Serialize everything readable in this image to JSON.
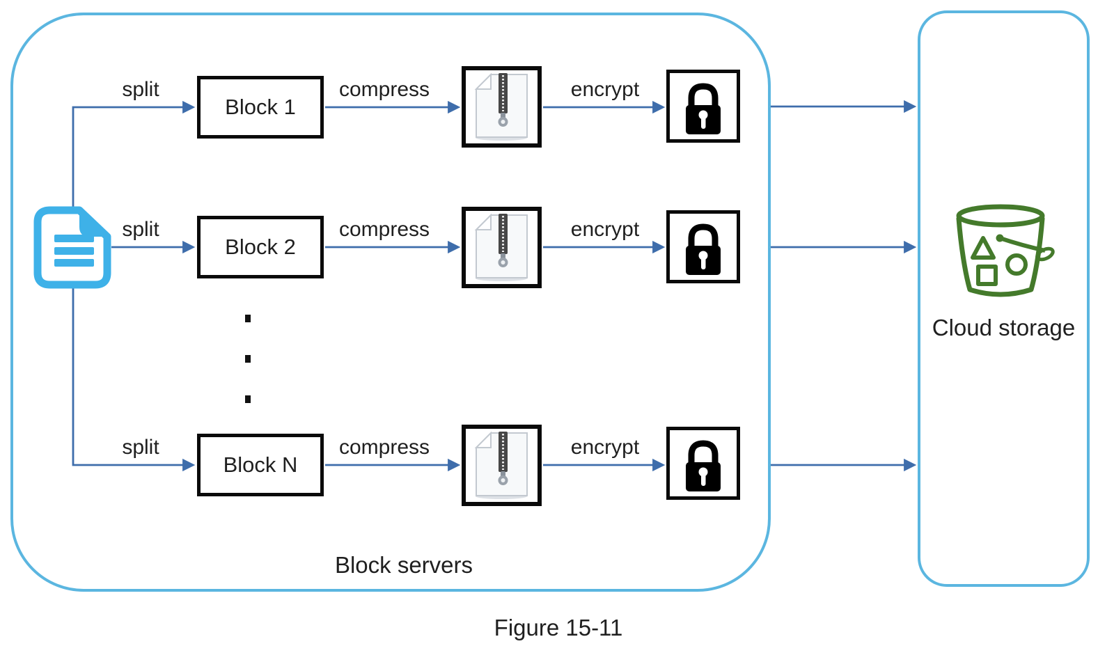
{
  "figure_caption": "Figure 15-11",
  "block_servers": {
    "label": "Block servers",
    "rows": [
      {
        "split": "split",
        "block": "Block 1",
        "compress": "compress",
        "encrypt": "encrypt"
      },
      {
        "split": "split",
        "block": "Block 2",
        "compress": "compress",
        "encrypt": "encrypt"
      },
      {
        "split": "split",
        "block": "Block N",
        "compress": "compress",
        "encrypt": "encrypt"
      }
    ]
  },
  "cloud_storage": {
    "label": "Cloud storage"
  },
  "icons": {
    "source_file": "document-icon",
    "compressed_output": "zip-file-icon",
    "encrypted_output": "lock-icon",
    "cloud_bucket": "bucket-icon",
    "continuation": "vertical-ellipsis"
  },
  "colors": {
    "container_border": "#5bb6e0",
    "arrow": "#3e6dab",
    "document_blue": "#3eb1e8",
    "bucket_green": "#447a2b",
    "box_border": "#0a0a0a"
  }
}
